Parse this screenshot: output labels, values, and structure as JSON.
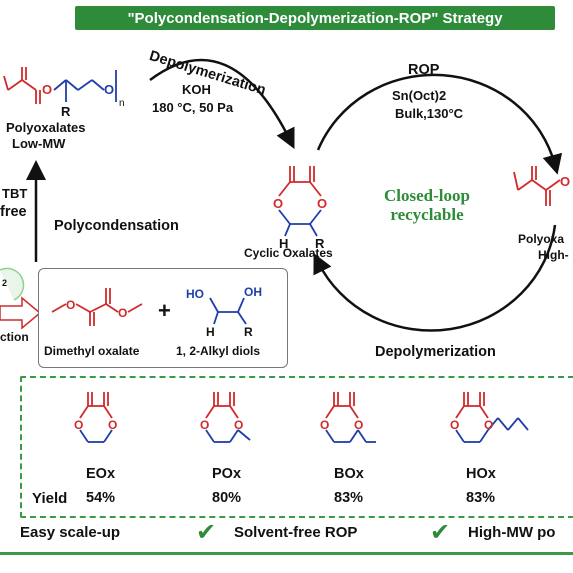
{
  "banner": "\"Polycondensation-Depolymerization-ROP\" Strategy",
  "depoly_top": "Depolymerization",
  "koh": "KOH",
  "koh_cond": "180 °C, 50 Pa",
  "rop": "ROP",
  "sn_cat": "Sn(Oct)2",
  "bulk": "Bulk,130°C",
  "polyoxalates_low_1": "Polyoxalates",
  "polyoxalates_low_2": "Low-MW",
  "tbt": "TBT",
  "free": "free",
  "polycondensation": "Polycondensation",
  "cyclic_oxalates": "Cyclic Oxalates",
  "closed_loop": "Closed-loop",
  "recyclable": "recyclable",
  "polyoxa_right": "Polyoxa",
  "high_right": "High-",
  "depoly_bottom": "Depolymerization",
  "dimethyl_oxalate": "Dimethyl oxalate",
  "alkyl_diols": "1, 2-Alkyl diols",
  "ction": "ction",
  "small_2": "2",
  "plus": "+",
  "R_label": "R",
  "H_label": "H",
  "OH_label": "OH",
  "n_label": "n",
  "monomers": [
    {
      "name": "EOx",
      "yield": "54%"
    },
    {
      "name": "POx",
      "yield": "80%"
    },
    {
      "name": "BOx",
      "yield": "83%"
    },
    {
      "name": "HOx",
      "yield": "83%"
    }
  ],
  "yield_label": "Yield",
  "features": [
    "Easy scale-up",
    "Solvent-free ROP",
    "High-MW po"
  ],
  "colors": {
    "banner": "#2e8b3a",
    "red": "#d12a2a",
    "blue": "#1f3fa8",
    "green": "#2e8b3a"
  }
}
